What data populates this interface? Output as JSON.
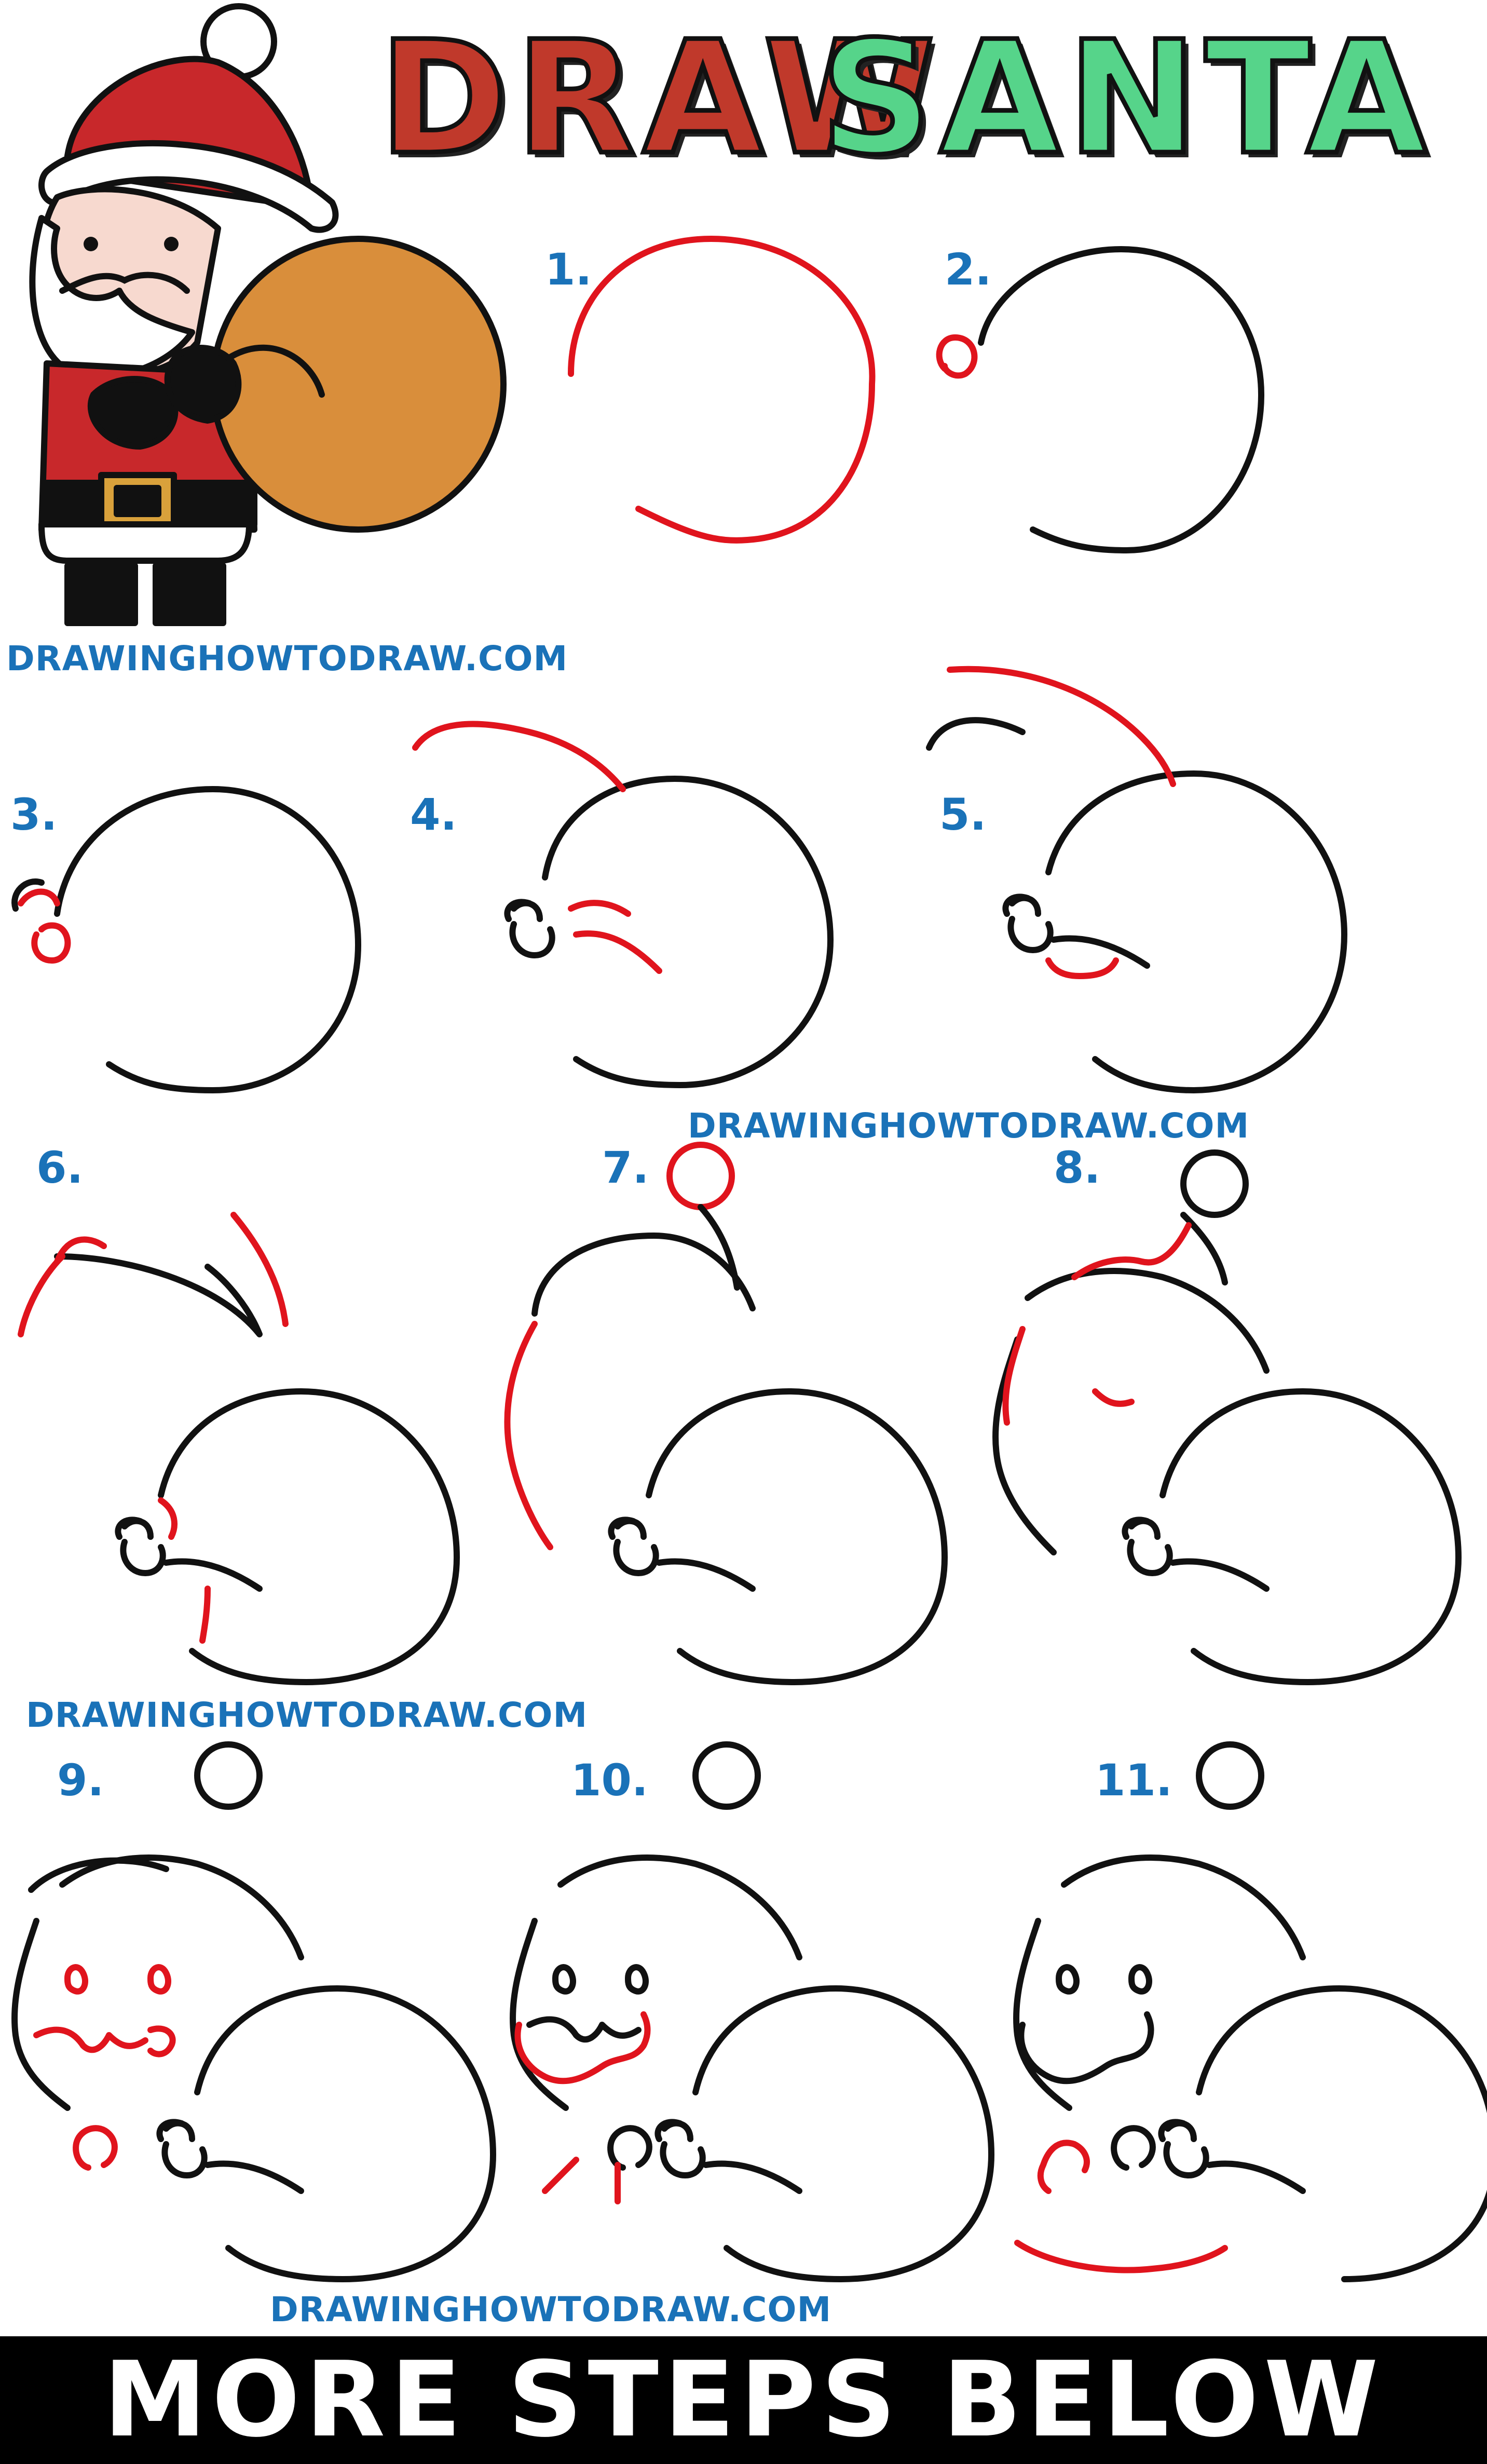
{
  "title": {
    "word1": "DRAW",
    "word2": "SANTA"
  },
  "watermark": "DRAWINGHOWTODRAW.COM",
  "steps": [
    "1.",
    "2.",
    "3.",
    "4.",
    "5.",
    "6.",
    "7.",
    "8.",
    "9.",
    "10.",
    "11."
  ],
  "banner": "MORE STEPS BELOW",
  "colors": {
    "title_draw": "#c0392b",
    "title_santa": "#56d48a",
    "watermark": "#1a72b8",
    "step_number": "#1a72b8",
    "new_stroke": "#e0141d",
    "old_stroke": "#111111",
    "banner_bg": "#000000"
  }
}
